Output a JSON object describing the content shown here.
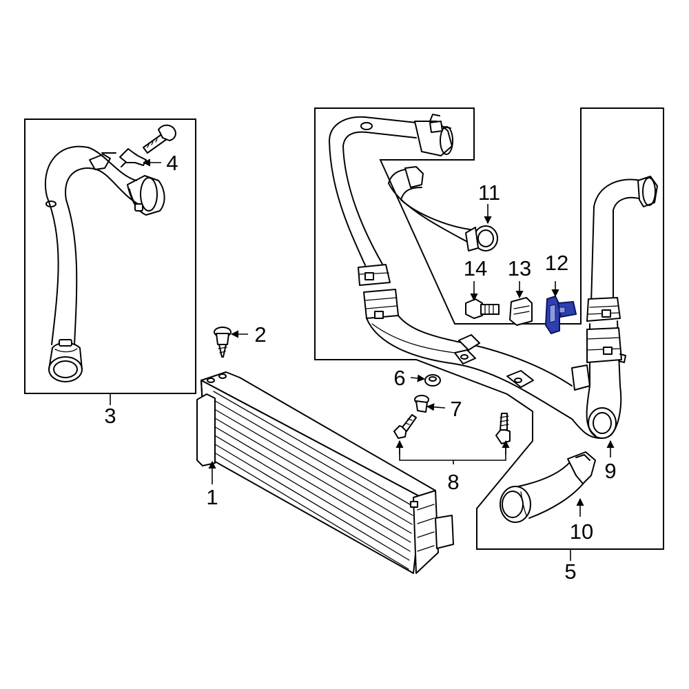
{
  "diagram": {
    "highlight_color": "#2f3fb0",
    "callouts": {
      "c1": "1",
      "c2": "2",
      "c3": "3",
      "c4": "4",
      "c5": "5",
      "c6": "6",
      "c7": "7",
      "c8": "8",
      "c9": "9",
      "c10": "10",
      "c11": "11",
      "c12": "12",
      "c13": "13",
      "c14": "14"
    }
  }
}
